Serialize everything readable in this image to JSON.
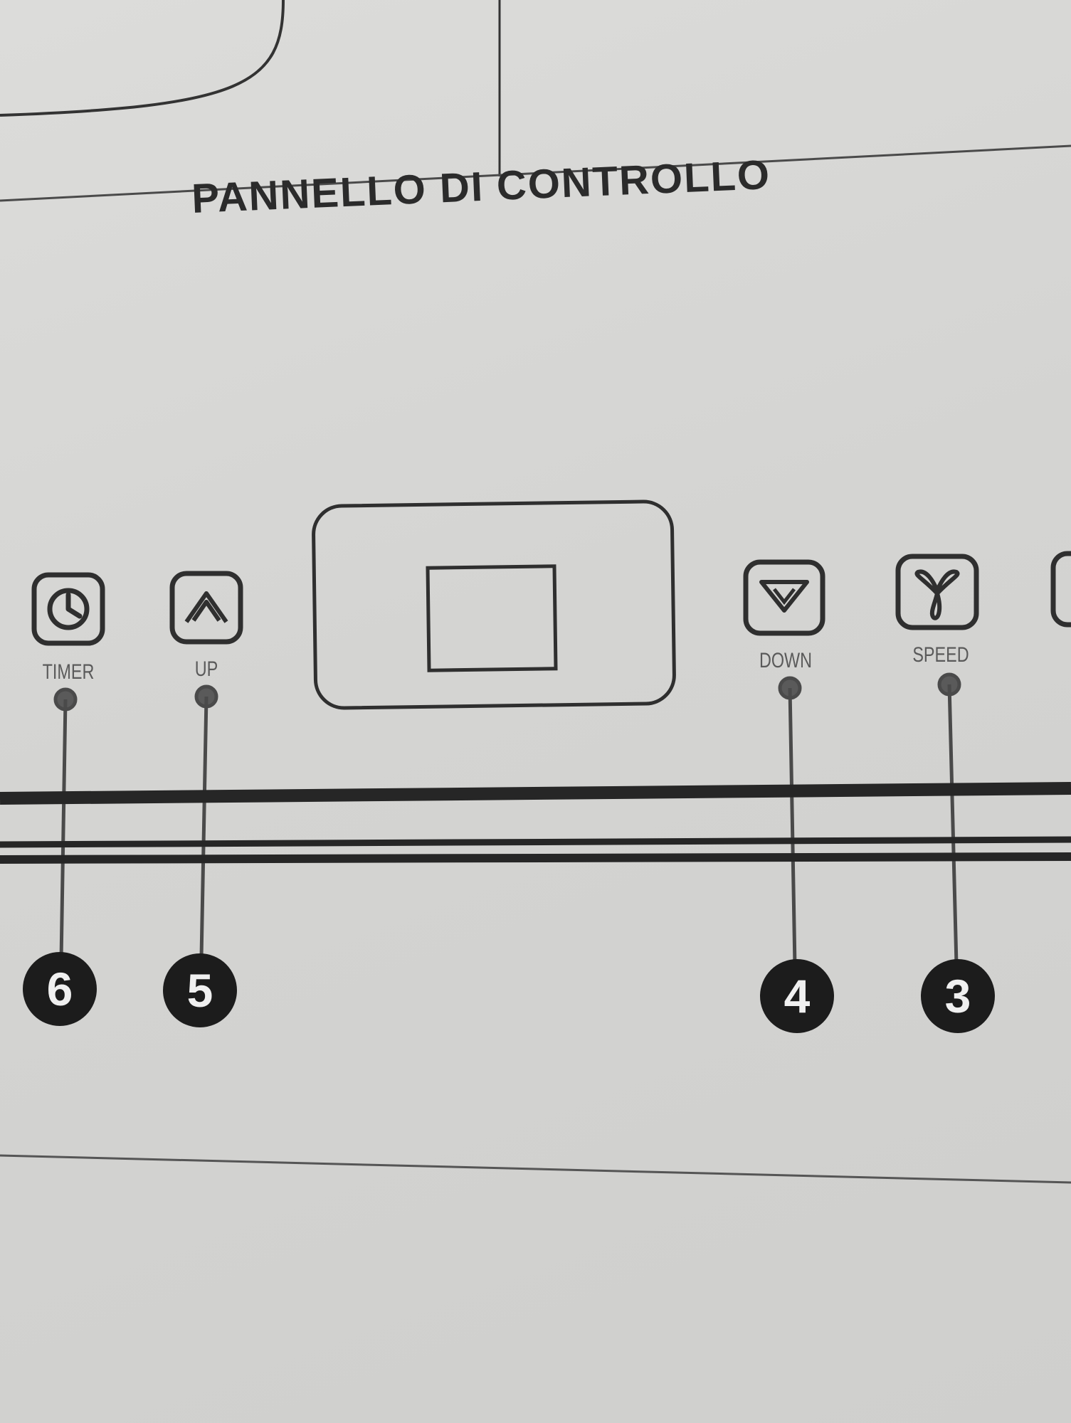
{
  "document": {
    "title": "PANNELLO DI CONTROLLO"
  },
  "control_panel": {
    "buttons": [
      {
        "id": "timer",
        "label": "TIMER",
        "icon": "timer-icon",
        "callout": "6"
      },
      {
        "id": "up",
        "label": "UP",
        "icon": "chevron-up-icon",
        "callout": "5"
      },
      {
        "id": "down",
        "label": "DOWN",
        "icon": "chevron-down-icon",
        "callout": "4"
      },
      {
        "id": "speed",
        "label": "SPEED",
        "icon": "fan-icon",
        "callout": "3"
      }
    ]
  },
  "colors": {
    "paper": "#d9d9d7",
    "ink": "#2b2b2b",
    "callout_fill": "#1c1c1c"
  }
}
